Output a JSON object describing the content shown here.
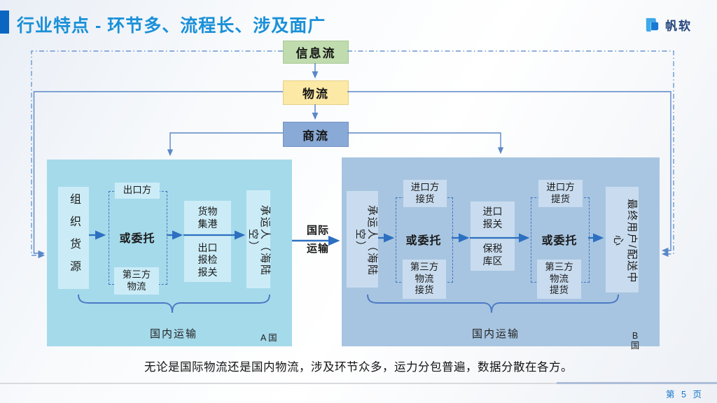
{
  "slide": {
    "title": "行业特点 - 环节多、流程长、涉及面广",
    "caption": "无论是国际物流还是国内物流，涉及环节众多，运力分包普遍，数据分散在各方。",
    "page_label": "第 5 页"
  },
  "logo": {
    "text": "帆软"
  },
  "flow_stack": {
    "info": "信息流",
    "logistics": "物流",
    "commerce": "商流"
  },
  "international": {
    "label": "国际\n运输"
  },
  "country_a": {
    "source": "组织货源",
    "entrust": {
      "top": "出口方",
      "center": "或委托",
      "bottom": "第三方\n物流"
    },
    "port": {
      "top": "货物\n集港",
      "bottom": "出口\n报检\n报关"
    },
    "carrier": "承运人（海陆\n空）",
    "brace_label": "国内运输",
    "country": "A 国"
  },
  "country_b": {
    "carrier": "承运人（海陆\n空）",
    "entrust_receive": {
      "top": "进口方\n接货",
      "center": "或委托",
      "bottom": "第三方\n物流\n接货"
    },
    "customs": {
      "top": "进口\n报关",
      "bottom": "保税\n库区"
    },
    "entrust_pickup": {
      "top": "进口方\n提货",
      "center": "或委托",
      "bottom": "第三方\n物流\n提货"
    },
    "end_user": "最终用户/配送中\n心",
    "brace_label": "国内运输",
    "country": "B\n国"
  },
  "colors": {
    "title_text": "#1a90d7",
    "title_bar": "#0b66c2",
    "info_box": "#c0dcae",
    "logistics_box": "#fce9a5",
    "commerce_box": "#89aad7",
    "region_a_bg": "#a5daeb",
    "region_a_tile": "#cbecf7",
    "region_b_bg": "#a7c5e1",
    "region_b_tile": "#c9dcef",
    "connector_line": "#5b87c7",
    "flow_arrow": "#2d6fc0",
    "page_text": "#1576cb"
  }
}
